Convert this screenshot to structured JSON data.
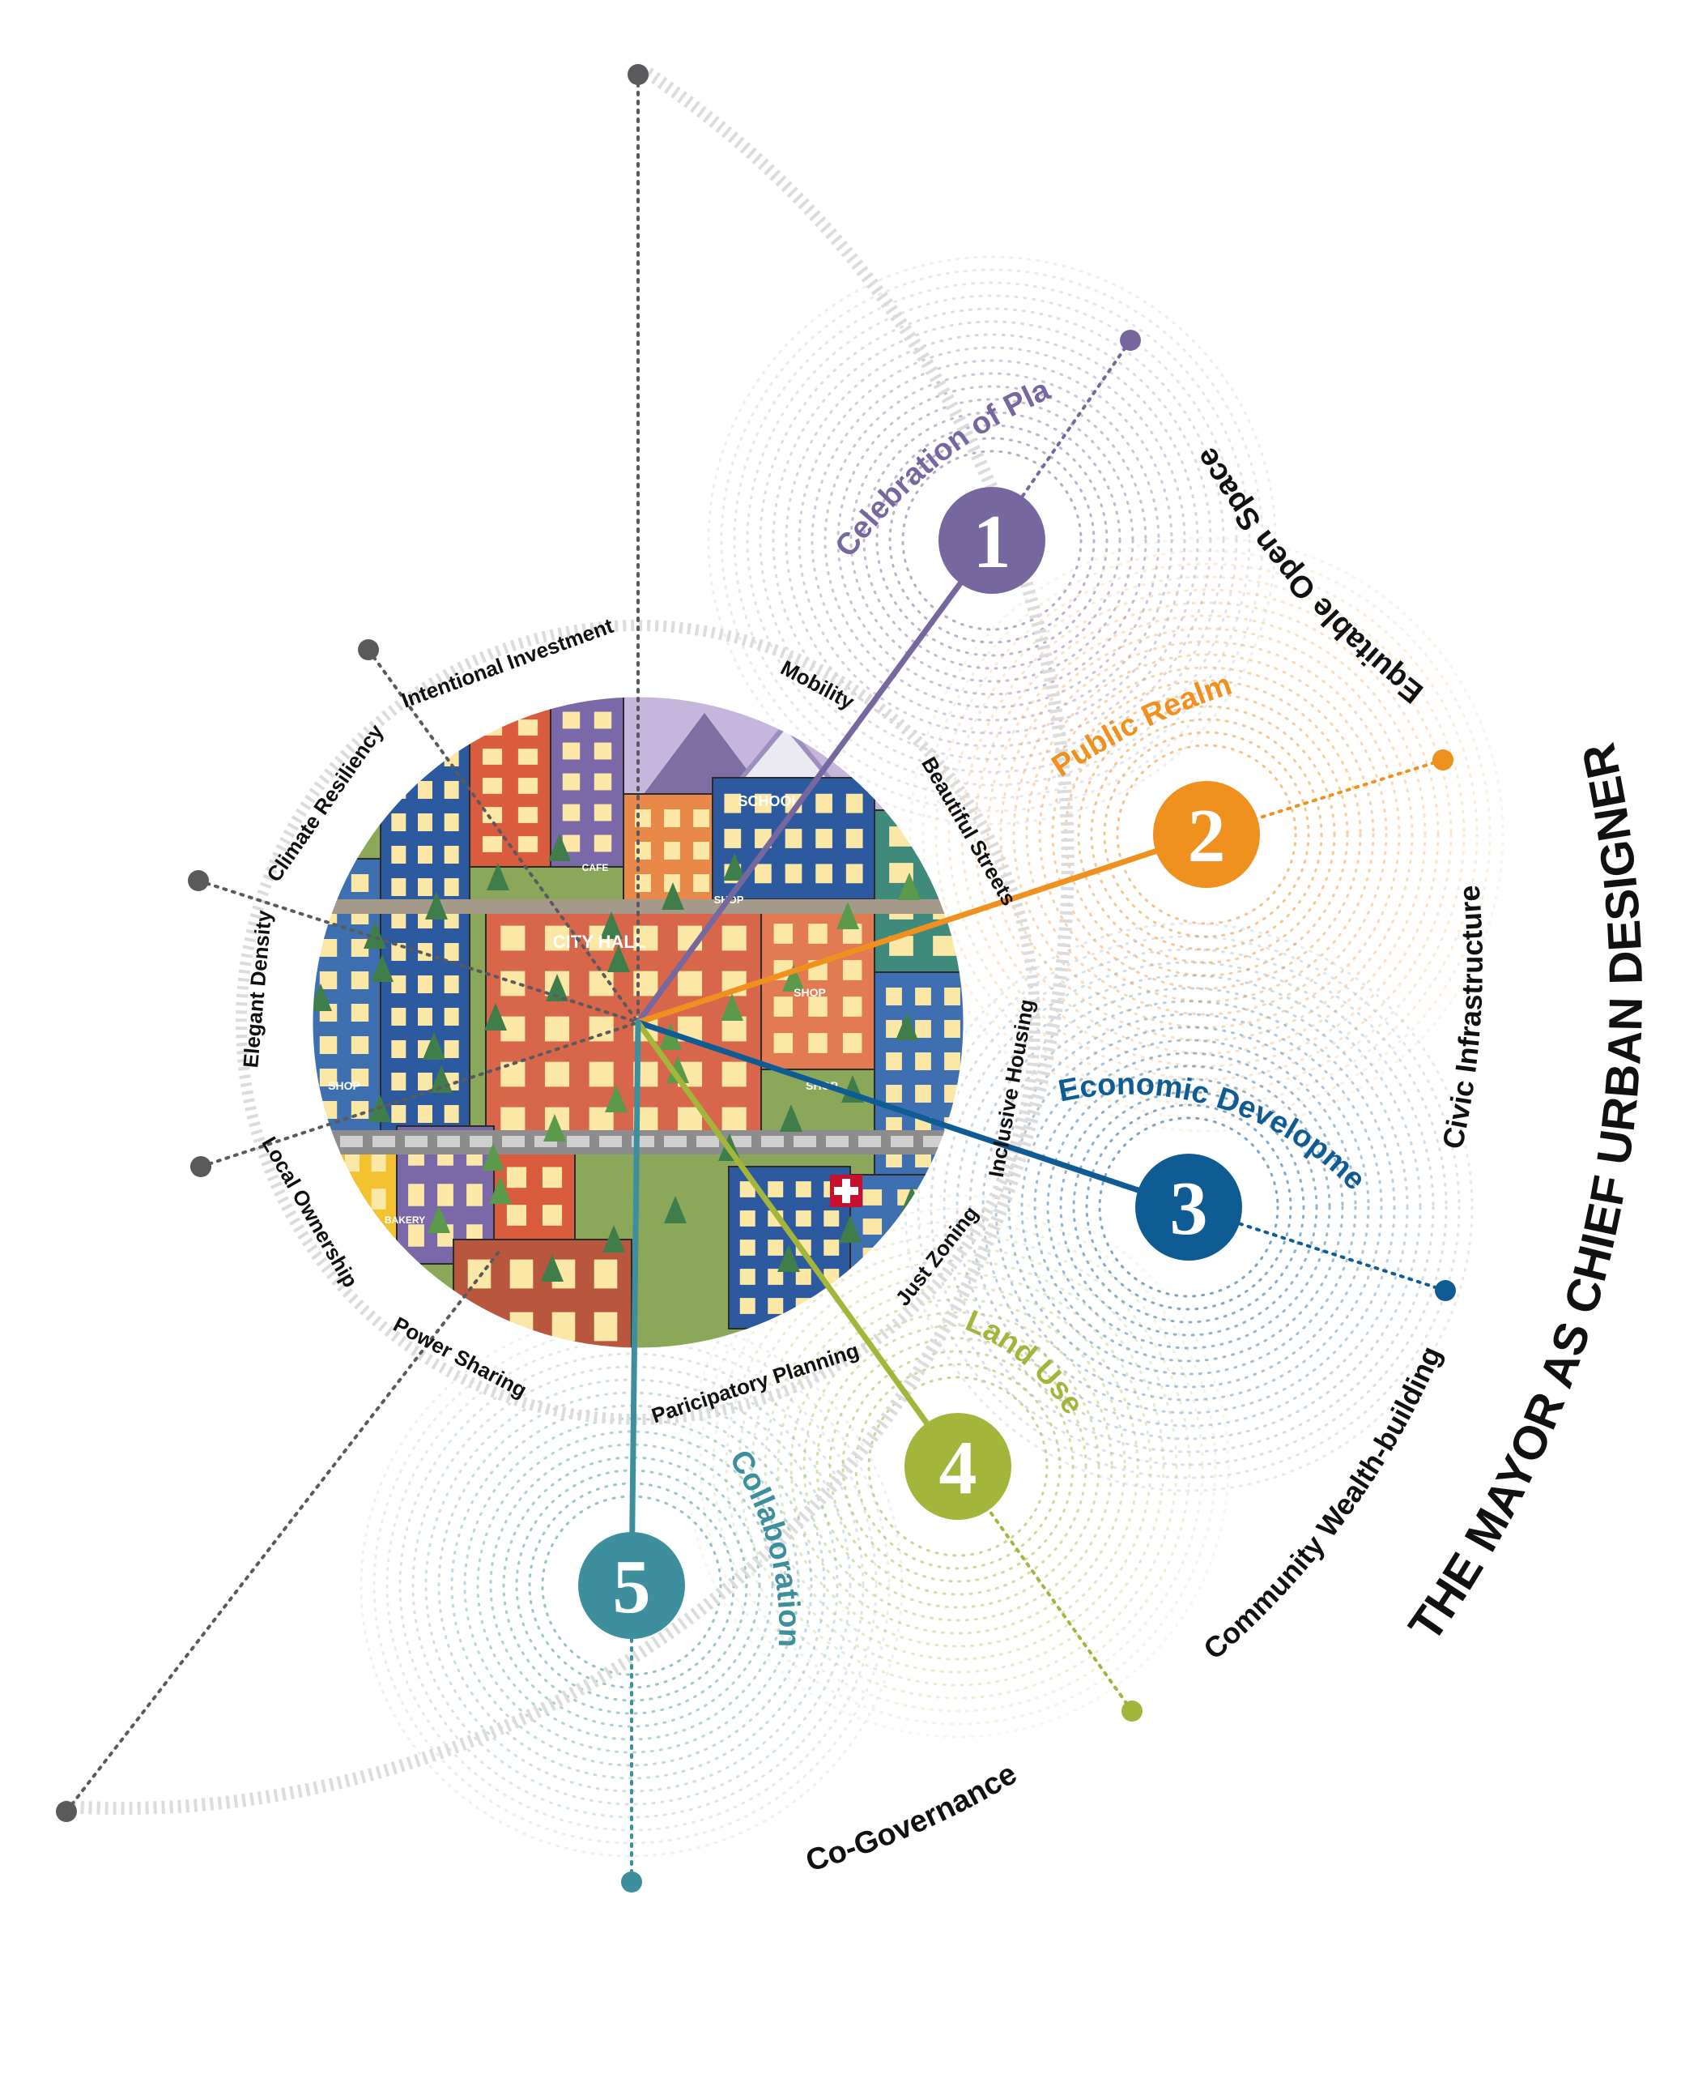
{
  "title_part1": "THE MAYOR AS",
  "title_part2": "CHIEF URBAN DESIGNER",
  "center_illustration": {
    "building_labels": [
      "CITY HALL",
      "SCHOOL",
      "SHOP",
      "SHOP",
      "SHOP",
      "SHOP",
      "CAFE",
      "BAKERY"
    ]
  },
  "colors": {
    "purple": "#76689f",
    "orange": "#f0901f",
    "blue": "#0f5b93",
    "lime": "#a3b53a",
    "teal": "#3e8f9d",
    "gray": "#5a5a5d",
    "ring": "#dcdcdc"
  },
  "principles": [
    {
      "number": "1",
      "label": "Celebration of Place",
      "outer": "Equitable Open Space"
    },
    {
      "number": "2",
      "label": "Public Realm",
      "outer": "Civic Infrastructure"
    },
    {
      "number": "3",
      "label": "Economic Development",
      "outer": "Community Wealth-building"
    },
    {
      "number": "4",
      "label": "Land Use",
      "outer": ""
    },
    {
      "number": "5",
      "label": "Collaboration",
      "outer": "Co-Governance"
    }
  ],
  "inner_ring": [
    "Intentional Investment",
    "Mobility",
    "Beautiful Streets",
    "Inclusive Housing",
    "Just Zoning",
    "Paricipatory Planning",
    "Power Sharing",
    "Local Ownership",
    "Elegant Density",
    "Climate Resiliency"
  ]
}
